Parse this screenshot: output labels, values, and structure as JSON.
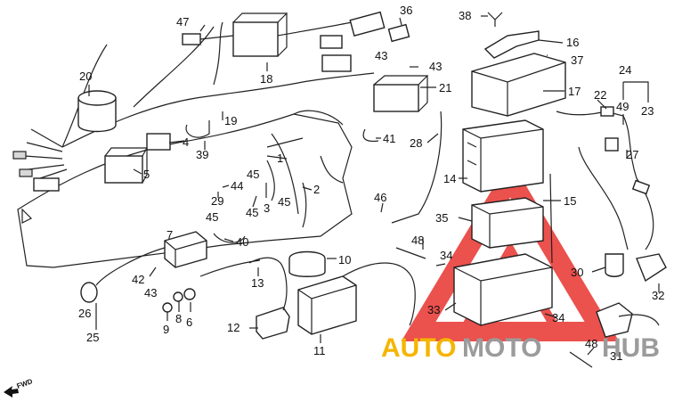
{
  "diagram": {
    "callouts": [
      "1",
      "2",
      "3",
      "4",
      "5",
      "6",
      "7",
      "8",
      "9",
      "10",
      "11",
      "12",
      "13",
      "14",
      "15",
      "16",
      "17",
      "18",
      "19",
      "20",
      "21",
      "22",
      "23",
      "24",
      "25",
      "26",
      "27",
      "28",
      "29",
      "30",
      "31",
      "32",
      "33",
      "34",
      "35",
      "36",
      "37",
      "38",
      "39",
      "40",
      "41",
      "42",
      "43",
      "44",
      "45",
      "46",
      "47",
      "48",
      "49"
    ]
  },
  "watermark": {
    "part1": "AUTO",
    "part2": "MOTO",
    "part3": "HUB",
    "color_orange": "#f5b500",
    "color_red": "#e8332e",
    "color_grey": "#9b9b9b"
  },
  "direction": {
    "label": "FWD"
  }
}
